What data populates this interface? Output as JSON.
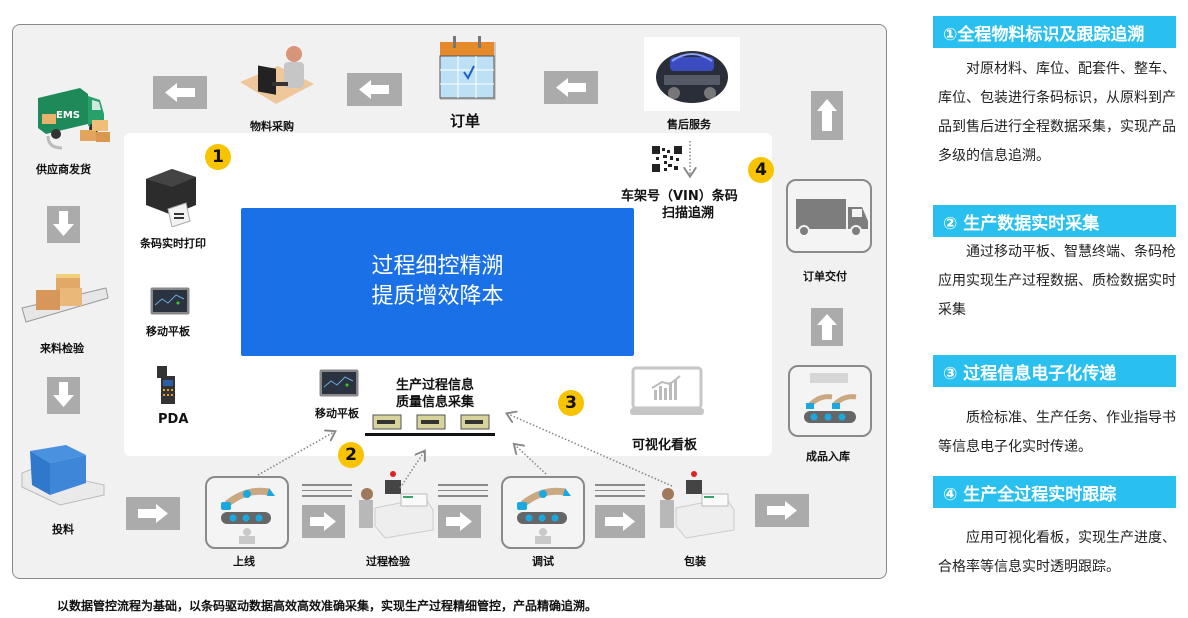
{
  "diagram": {
    "center": {
      "line1": "过程细控精溯",
      "line2": "提质增效降本"
    },
    "nodes": {
      "supplier_ship": "供应商发货",
      "purchase": "物料采购",
      "order": "订单",
      "after_sales": "售后服务",
      "incoming_inspection": "来料检验",
      "feeding": "投料",
      "online": "上线",
      "process_inspection": "过程检验",
      "debug": "调试",
      "packing": "包装",
      "finished_storage": "成品入库",
      "order_delivery": "订单交付"
    },
    "devices": {
      "barcode_print": "条码实时打印",
      "tablet_left": "移动平板",
      "pda": "PDA",
      "tablet_bottom": "移动平板",
      "collect_line1": "生产过程信息",
      "collect_line2": "质量信息采集",
      "vin_line1": "车架号（VIN）条码",
      "vin_line2": "扫描追溯",
      "dashboard": "可视化看板"
    },
    "badges": [
      "1",
      "2",
      "3",
      "4"
    ],
    "truck_label": "EMS",
    "footer": "以数据管控流程为基础，以条码驱动数据高效高效准确采集，实现生产过程精细管控，产品精确追溯。"
  },
  "sidebar": {
    "sections": [
      {
        "title": "①全程物料标识及跟踪追溯",
        "text": "对原材料、库位、配套件、整车、库位、包装进行条码标识，从原料到产品到售后进行全程数据采集，实现产品多级的信息追溯。"
      },
      {
        "title": "② 生产数据实时采集",
        "text": "通过移动平板、智慧终端、条码枪应用实现生产过程数据、质检数据实时采集"
      },
      {
        "title": "③ 过程信息电子化传递",
        "text": "质检标准、生产任务、作业指导书等信息电子化实时传递。"
      },
      {
        "title": "④ 生产全过程实时跟踪",
        "text": "应用可视化看板，实现生产进度、合格率等信息实时透明跟踪。"
      }
    ]
  },
  "colors": {
    "accent_blue": "#1a70e6",
    "sidebar_header": "#29c0f0",
    "badge": "#f8c300",
    "arrow_gray": "#ababab"
  }
}
